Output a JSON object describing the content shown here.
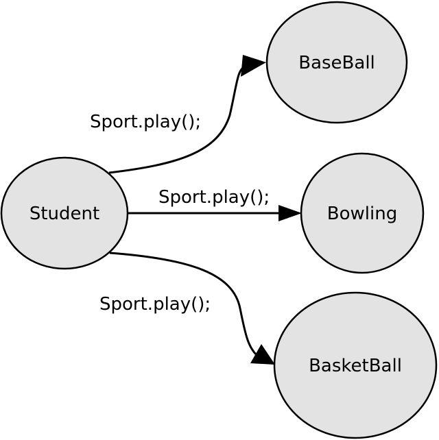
{
  "nodes": {
    "student": {
      "label": "Student"
    },
    "baseball": {
      "label": "BaseBall"
    },
    "bowling": {
      "label": "Bowling"
    },
    "basketball": {
      "label": "BasketBall"
    }
  },
  "edges": {
    "to_baseball": {
      "label": "Sport.play();"
    },
    "to_bowling": {
      "label": "Sport.play();"
    },
    "to_basketball": {
      "label": "Sport.play();"
    }
  },
  "colors": {
    "node_fill": "#e3e3e3",
    "stroke": "#000000"
  }
}
